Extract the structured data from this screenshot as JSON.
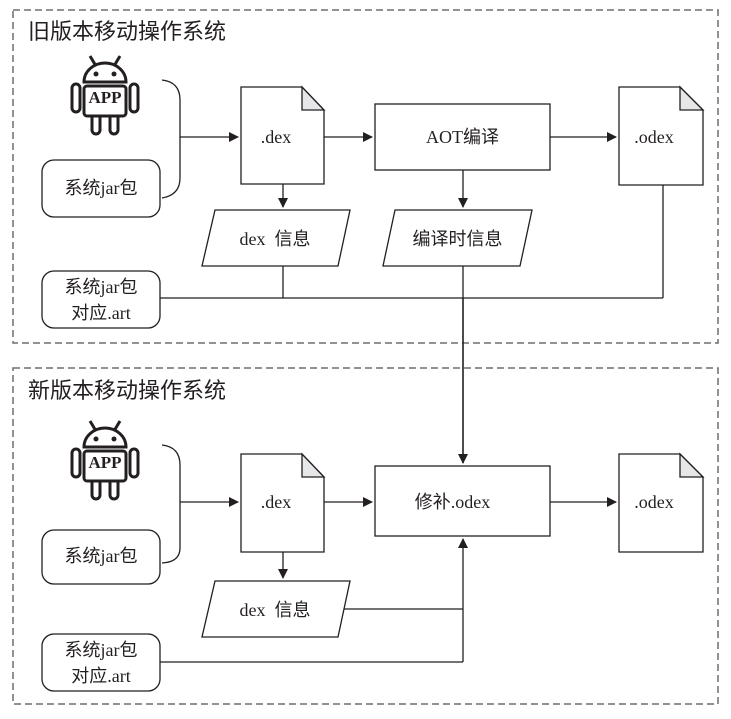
{
  "diagram": {
    "old_system": {
      "title": "旧版本移动操作系统",
      "app_label": "APP",
      "system_jar": "系统jar包",
      "dex_file": ".dex",
      "aot_compile": "AOT编译",
      "odex_file": ".odex",
      "dex_info": "dex  信息",
      "compile_info": "编译时信息",
      "art_line1": "系统jar包",
      "art_line2": "对应.art"
    },
    "new_system": {
      "title": "新版本移动操作系统",
      "app_label": "APP",
      "system_jar": "系统jar包",
      "dex_file": ".dex",
      "patch_odex": "修补.odex",
      "odex_file": ".odex",
      "dex_info": "dex  信息",
      "art_line1": "系统jar包",
      "art_line2": "对应.art"
    }
  }
}
